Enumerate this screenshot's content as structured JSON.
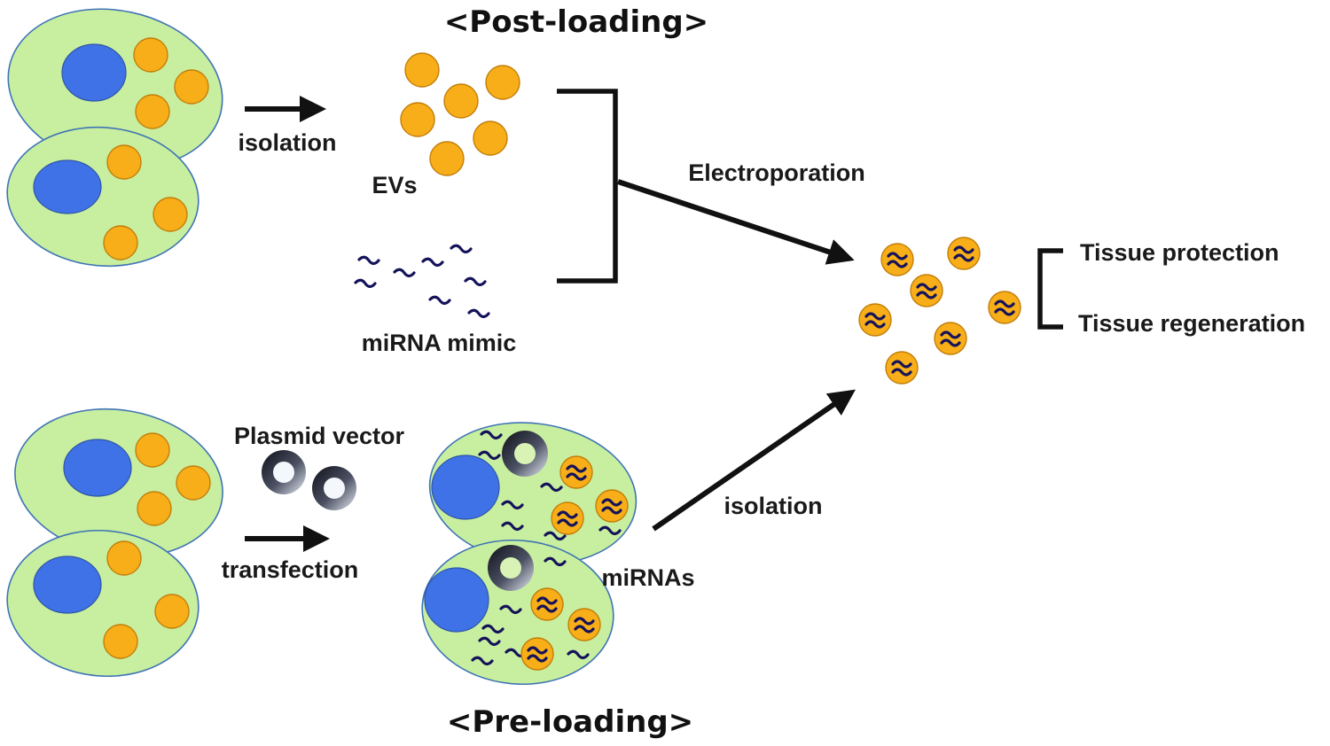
{
  "title_top": "<Post-loading>",
  "title_bottom": "<Pre-loading>",
  "labels": {
    "isolation_top": "isolation",
    "evs": "EVs",
    "mirna_mimic": "miRNA mimic",
    "electroporation": "Electroporation",
    "plasmid_vector": "Plasmid vector",
    "transfection": "transfection",
    "mirnas": "miRNAs",
    "isolation_bottom": "isolation"
  },
  "outcomes": [
    "Tissue protection",
    "Tissue regeneration"
  ],
  "colors": {
    "cell_fill": "#c8ef9f",
    "cell_outline": "#3f74b5",
    "nucleus": "#3f72e6",
    "ev": "#f7ae18",
    "mirna": "#14125a",
    "arrow": "#111111"
  }
}
